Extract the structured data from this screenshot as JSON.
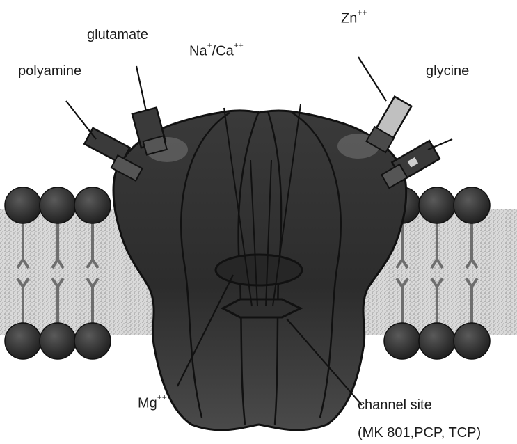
{
  "labels": {
    "polyamine": "polyamine",
    "glutamate": "glutamate",
    "na_base": "Na",
    "na_sup": "+",
    "ca_base": "/Ca",
    "ca_sup": "++",
    "zn_base": "Zn",
    "zn_sup": "++",
    "glycine": "glycine",
    "mg_base": "Mg",
    "mg_sup": "++",
    "channel_site": "channel site",
    "channel_blockers": "(MK 801,PCP, TCP)"
  },
  "colors": {
    "background": "#ffffff",
    "receptor_fill": "#3c3c3c",
    "receptor_dark": "#1f1f1f",
    "membrane_head": "#2a2a2a",
    "membrane_tail": "#6e6e6e",
    "membrane_texture": "#bdbdbd",
    "line": "#111111",
    "label_text": "#1a1a1a"
  }
}
